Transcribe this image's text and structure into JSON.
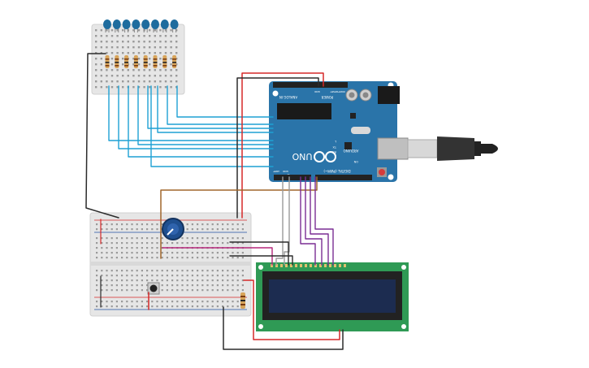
{
  "arduino": {
    "model": "UNO",
    "brand": "ARDUINO",
    "digital_label": "DIGITAL (PWM~)",
    "power_label": "POWER",
    "analog_label": "ANALOG IN",
    "ioref_label": "IOREF",
    "reset_label": "RESET",
    "gnd_label": "GND",
    "aref_label": "AREF",
    "tx_label": "TX",
    "rx_label": "RX",
    "l_label": "L",
    "on_label": "ON"
  },
  "colors": {
    "arduino_board": "#2a74a9",
    "breadboard": "#e8e8e8",
    "lcd_pcb": "#2f9a55",
    "lcd_screen": "#1c2c50",
    "wire_red": "#d62828",
    "wire_black": "#2b2b2b",
    "wire_blue": "#1ea1d4",
    "wire_purple": "#7a2d93",
    "wire_brown": "#a0662b",
    "wire_gray": "#9a9a9a",
    "wire_magenta": "#b5277a",
    "led": "#1e6c9e",
    "resistor": "#d7a45a",
    "pot": "#1f4f8f",
    "usb_plug": "#333333"
  },
  "components": {
    "led_count": 8,
    "lcd_pin_count": 16
  }
}
